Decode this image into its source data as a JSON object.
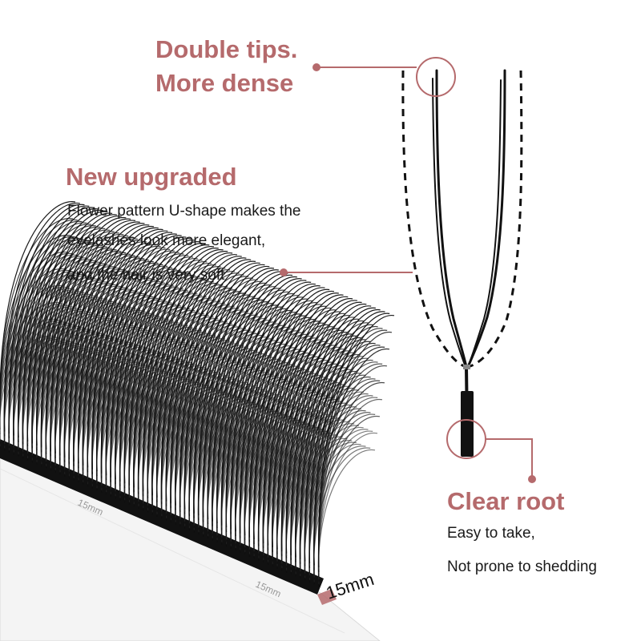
{
  "callouts": {
    "double_tips": {
      "line1": "Double tips.",
      "line2": "More dense"
    },
    "new_upgraded": {
      "title": "New upgraded",
      "lines": [
        "Flower pattern U-shape makes the",
        "eyelashes look more elegant,",
        "and the hair is very soft"
      ]
    },
    "clear_root": {
      "title": "Clear root",
      "lines": [
        "Easy to take,",
        "Not prone to shedding"
      ]
    }
  },
  "strip": {
    "ruler_label_1": "15mm",
    "ruler_label_2": "15mm",
    "length_label": "15mm"
  },
  "colors": {
    "accent": "#b56a6c",
    "text": "#1a1a1a",
    "lash": "#111111"
  }
}
